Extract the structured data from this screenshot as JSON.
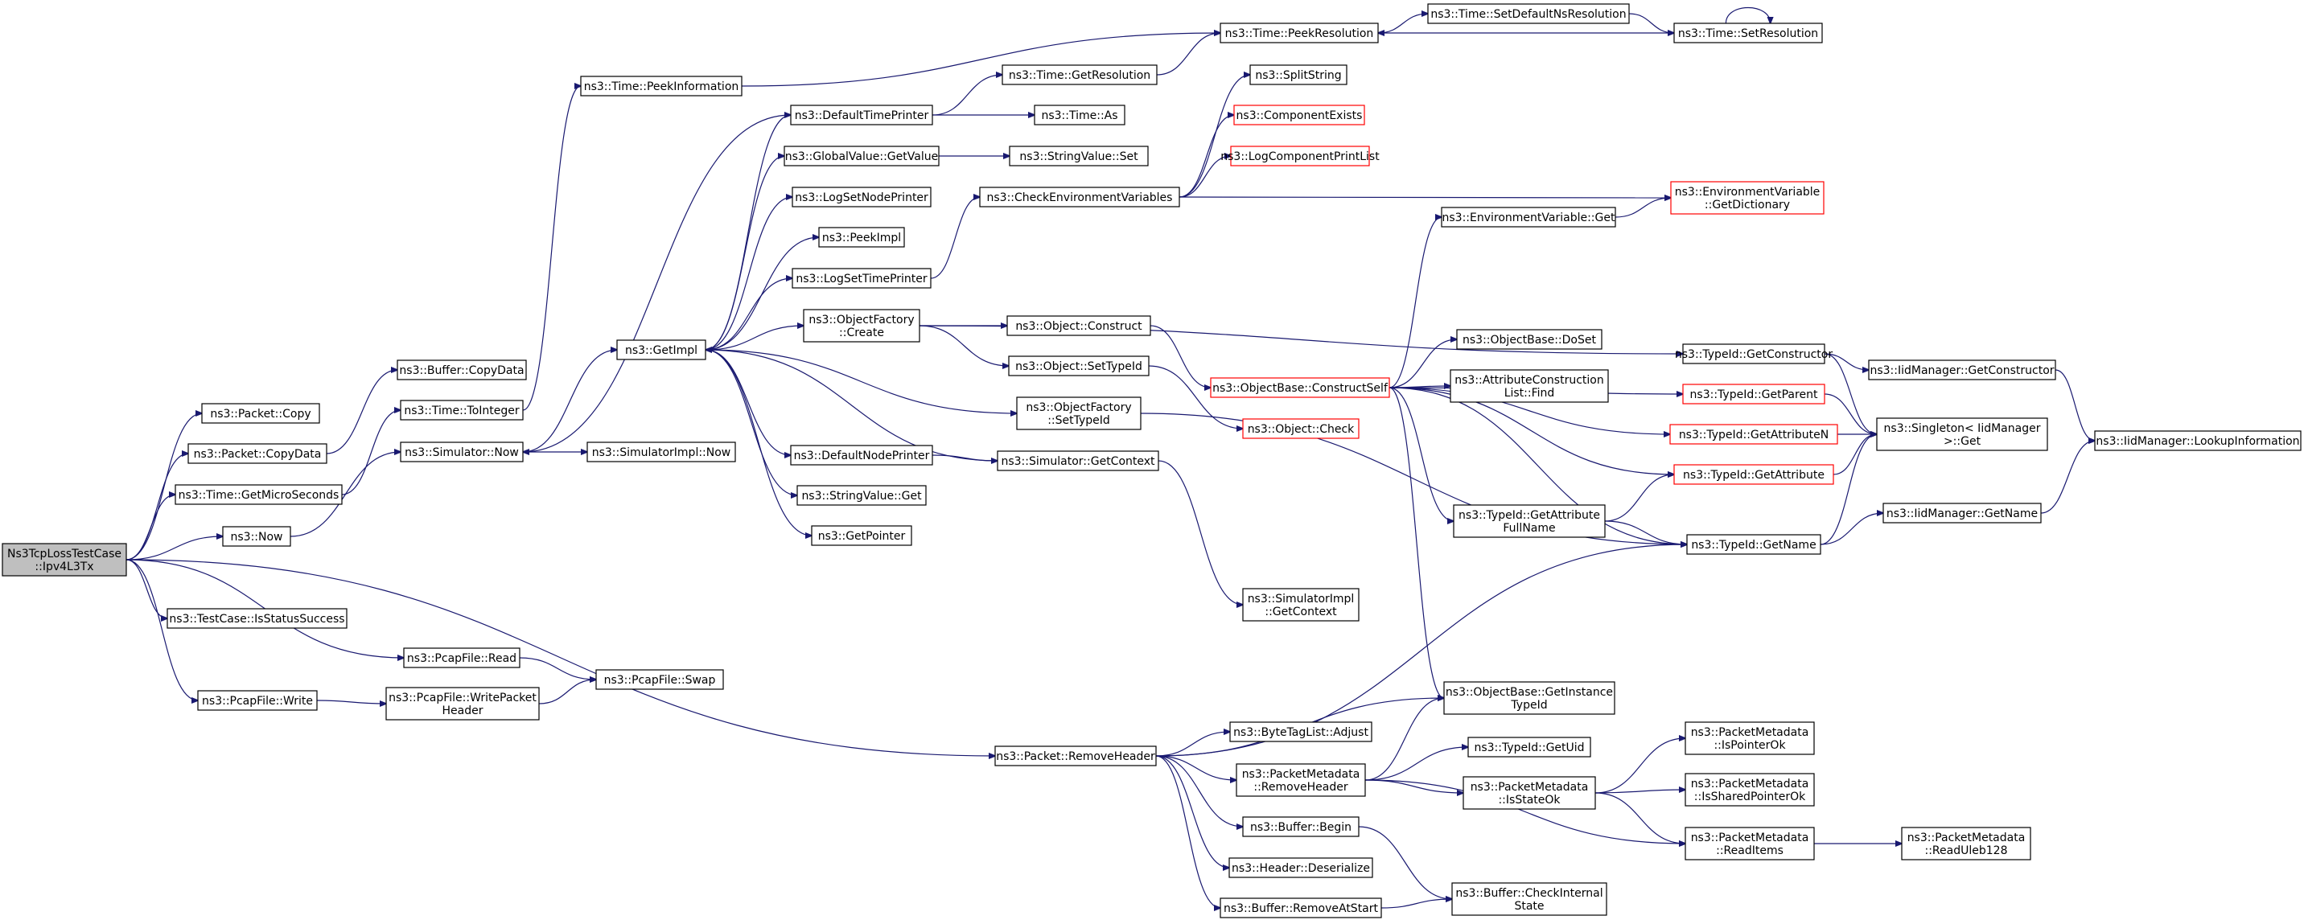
{
  "nodes": [
    {
      "id": "root",
      "lines": [
        "Ns3TcpLossTestCase",
        "::Ipv4L3Tx"
      ]
    },
    {
      "id": "packet_copy",
      "lines": [
        "ns3::Packet::Copy"
      ]
    },
    {
      "id": "packet_copydata",
      "lines": [
        "ns3::Packet::CopyData"
      ]
    },
    {
      "id": "time_getmicro",
      "lines": [
        "ns3::Time::GetMicroSeconds"
      ]
    },
    {
      "id": "now",
      "lines": [
        "ns3::Now"
      ]
    },
    {
      "id": "testcase_isstatus",
      "lines": [
        "ns3::TestCase::IsStatusSuccess"
      ]
    },
    {
      "id": "pcap_write",
      "lines": [
        "ns3::PcapFile::Write"
      ]
    },
    {
      "id": "buffer_copydata",
      "lines": [
        "ns3::Buffer::CopyData"
      ]
    },
    {
      "id": "time_tointeger",
      "lines": [
        "ns3::Time::ToInteger"
      ]
    },
    {
      "id": "sim_now",
      "lines": [
        "ns3::Simulator::Now"
      ]
    },
    {
      "id": "pcap_read",
      "lines": [
        "ns3::PcapFile::Read"
      ]
    },
    {
      "id": "pcap_writeheader",
      "lines": [
        "ns3::PcapFile::WritePacket",
        "Header"
      ]
    },
    {
      "id": "pcap_swap",
      "lines": [
        "ns3::PcapFile::Swap"
      ]
    },
    {
      "id": "time_peekinfo",
      "lines": [
        "ns3::Time::PeekInformation"
      ]
    },
    {
      "id": "getimpl",
      "lines": [
        "ns3::GetImpl"
      ]
    },
    {
      "id": "simimpl_now",
      "lines": [
        "ns3::SimulatorImpl::Now"
      ]
    },
    {
      "id": "default_timeprinter",
      "lines": [
        "ns3::DefaultTimePrinter"
      ]
    },
    {
      "id": "globalvalue_get",
      "lines": [
        "ns3::GlobalValue::GetValue"
      ]
    },
    {
      "id": "logsetnode",
      "lines": [
        "ns3::LogSetNodePrinter"
      ]
    },
    {
      "id": "peekimpl",
      "lines": [
        "ns3::PeekImpl"
      ]
    },
    {
      "id": "logsettime",
      "lines": [
        "ns3::LogSetTimePrinter"
      ]
    },
    {
      "id": "objfactory_create",
      "lines": [
        "ns3::ObjectFactory",
        "::Create"
      ]
    },
    {
      "id": "default_nodeprinter",
      "lines": [
        "ns3::DefaultNodePrinter"
      ]
    },
    {
      "id": "stringvalue_get",
      "lines": [
        "ns3::StringValue::Get"
      ]
    },
    {
      "id": "getpointer",
      "lines": [
        "ns3::GetPointer"
      ]
    },
    {
      "id": "time_getres",
      "lines": [
        "ns3::Time::GetResolution"
      ]
    },
    {
      "id": "time_as",
      "lines": [
        "ns3::Time::As"
      ]
    },
    {
      "id": "stringvalue_set",
      "lines": [
        "ns3::StringValue::Set"
      ]
    },
    {
      "id": "checkenv",
      "lines": [
        "ns3::CheckEnvironmentVariables"
      ]
    },
    {
      "id": "obj_construct",
      "lines": [
        "ns3::Object::Construct"
      ]
    },
    {
      "id": "obj_settypeid",
      "lines": [
        "ns3::Object::SetTypeId"
      ]
    },
    {
      "id": "objfactory_settypeid",
      "lines": [
        "ns3::ObjectFactory",
        "::SetTypeId"
      ]
    },
    {
      "id": "sim_getcontext",
      "lines": [
        "ns3::Simulator::GetContext"
      ]
    },
    {
      "id": "time_peekres",
      "lines": [
        "ns3::Time::PeekResolution"
      ]
    },
    {
      "id": "splitstring",
      "lines": [
        "ns3::SplitString"
      ]
    },
    {
      "id": "compexists",
      "lines": [
        "ns3::ComponentExists"
      ]
    },
    {
      "id": "logcompprint",
      "lines": [
        "ns3::LogComponentPrintList"
      ]
    },
    {
      "id": "objbase_constructself",
      "lines": [
        "ns3::ObjectBase::ConstructSelf"
      ]
    },
    {
      "id": "obj_check",
      "lines": [
        "ns3::Object::Check"
      ]
    },
    {
      "id": "simimpl_getcontext",
      "lines": [
        "ns3::SimulatorImpl",
        "::GetContext"
      ]
    },
    {
      "id": "time_setdefault",
      "lines": [
        "ns3::Time::SetDefaultNsResolution"
      ]
    },
    {
      "id": "time_setres",
      "lines": [
        "ns3::Time::SetResolution"
      ]
    },
    {
      "id": "envvar_get",
      "lines": [
        "ns3::EnvironmentVariable::Get"
      ]
    },
    {
      "id": "envvar_getdict",
      "lines": [
        "ns3::EnvironmentVariable",
        "::GetDictionary"
      ]
    },
    {
      "id": "objbase_doset",
      "lines": [
        "ns3::ObjectBase::DoSet"
      ]
    },
    {
      "id": "attrconst_find",
      "lines": [
        "ns3::AttributeConstruction",
        "List::Find"
      ]
    },
    {
      "id": "typeid_getconstructor",
      "lines": [
        "ns3::TypeId::GetConstructor"
      ]
    },
    {
      "id": "typeid_getparent",
      "lines": [
        "ns3::TypeId::GetParent"
      ]
    },
    {
      "id": "typeid_getattrn",
      "lines": [
        "ns3::TypeId::GetAttributeN"
      ]
    },
    {
      "id": "typeid_getattr",
      "lines": [
        "ns3::TypeId::GetAttribute"
      ]
    },
    {
      "id": "typeid_getattrfull",
      "lines": [
        "ns3::TypeId::GetAttribute",
        "FullName"
      ]
    },
    {
      "id": "typeid_getname",
      "lines": [
        "ns3::TypeId::GetName"
      ]
    },
    {
      "id": "iidmgr_getconstructor",
      "lines": [
        "ns3::IidManager::GetConstructor"
      ]
    },
    {
      "id": "singleton_get",
      "lines": [
        "ns3::Singleton< IidManager",
        " >::Get"
      ]
    },
    {
      "id": "iidmgr_getname",
      "lines": [
        "ns3::IidManager::GetName"
      ]
    },
    {
      "id": "iidmgr_lookup",
      "lines": [
        "ns3::IidManager::LookupInformation"
      ]
    },
    {
      "id": "packet_removeheader",
      "lines": [
        "ns3::Packet::RemoveHeader"
      ]
    },
    {
      "id": "objbase_getinstance",
      "lines": [
        "ns3::ObjectBase::GetInstance",
        "TypeId"
      ]
    },
    {
      "id": "bytetaglist_adjust",
      "lines": [
        "ns3::ByteTagList::Adjust"
      ]
    },
    {
      "id": "pktmeta_removeheader",
      "lines": [
        "ns3::PacketMetadata",
        "::RemoveHeader"
      ]
    },
    {
      "id": "buffer_begin",
      "lines": [
        "ns3::Buffer::Begin"
      ]
    },
    {
      "id": "header_deserialize",
      "lines": [
        "ns3::Header::Deserialize"
      ]
    },
    {
      "id": "buffer_removeatstart",
      "lines": [
        "ns3::Buffer::RemoveAtStart"
      ]
    },
    {
      "id": "typeid_getuid",
      "lines": [
        "ns3::TypeId::GetUid"
      ]
    },
    {
      "id": "pktmeta_isstateok",
      "lines": [
        "ns3::PacketMetadata",
        "::IsStateOk"
      ]
    },
    {
      "id": "buffer_checkinternal",
      "lines": [
        "ns3::Buffer::CheckInternal",
        "State"
      ]
    },
    {
      "id": "pktmeta_ispointerok",
      "lines": [
        "ns3::PacketMetadata",
        "::IsPointerOk"
      ]
    },
    {
      "id": "pktmeta_issharedok",
      "lines": [
        "ns3::PacketMetadata",
        "::IsSharedPointerOk"
      ]
    },
    {
      "id": "pktmeta_readitems",
      "lines": [
        "ns3::PacketMetadata",
        "::ReadItems"
      ]
    },
    {
      "id": "pktmeta_readuleb",
      "lines": [
        "ns3::PacketMetadata",
        "::ReadUleb128"
      ]
    }
  ],
  "edges": [
    [
      "root",
      "packet_copy"
    ],
    [
      "root",
      "packet_copydata"
    ],
    [
      "root",
      "time_getmicro"
    ],
    [
      "root",
      "now"
    ],
    [
      "root",
      "testcase_isstatus"
    ],
    [
      "root",
      "pcap_write"
    ],
    [
      "root",
      "pcap_read"
    ],
    [
      "root",
      "packet_removeheader"
    ],
    [
      "packet_copydata",
      "buffer_copydata"
    ],
    [
      "time_getmicro",
      "time_tointeger"
    ],
    [
      "now",
      "sim_now"
    ],
    [
      "pcap_write",
      "pcap_writeheader"
    ],
    [
      "pcap_read",
      "pcap_swap"
    ],
    [
      "pcap_writeheader",
      "pcap_swap"
    ],
    [
      "time_tointeger",
      "time_peekinfo"
    ],
    [
      "time_peekinfo",
      "time_peekres"
    ],
    [
      "sim_now",
      "getimpl"
    ],
    [
      "sim_now",
      "simimpl_now"
    ],
    [
      "getimpl",
      "default_timeprinter"
    ],
    [
      "getimpl",
      "globalvalue_get"
    ],
    [
      "getimpl",
      "logsetnode"
    ],
    [
      "getimpl",
      "peekimpl"
    ],
    [
      "getimpl",
      "logsettime"
    ],
    [
      "getimpl",
      "objfactory_create"
    ],
    [
      "getimpl",
      "objfactory_settypeid"
    ],
    [
      "getimpl",
      "default_nodeprinter"
    ],
    [
      "getimpl",
      "stringvalue_get"
    ],
    [
      "getimpl",
      "getpointer"
    ],
    [
      "sim_getcontext",
      "getimpl"
    ],
    [
      "default_timeprinter",
      "sim_now"
    ],
    [
      "default_timeprinter",
      "time_getres"
    ],
    [
      "default_timeprinter",
      "time_as"
    ],
    [
      "globalvalue_get",
      "stringvalue_set"
    ],
    [
      "logsettime",
      "checkenv"
    ],
    [
      "objfactory_create",
      "obj_construct"
    ],
    [
      "objfactory_create",
      "obj_settypeid"
    ],
    [
      "objfactory_create",
      "typeid_getconstructor"
    ],
    [
      "default_nodeprinter",
      "sim_getcontext"
    ],
    [
      "time_getres",
      "time_peekres"
    ],
    [
      "time_peekres",
      "time_setdefault"
    ],
    [
      "time_setdefault",
      "time_setres"
    ],
    [
      "time_setres",
      "time_peekres"
    ],
    [
      "time_setres",
      "time_setres"
    ],
    [
      "checkenv",
      "splitstring"
    ],
    [
      "checkenv",
      "compexists"
    ],
    [
      "checkenv",
      "logcompprint"
    ],
    [
      "checkenv",
      "envvar_getdict"
    ],
    [
      "obj_construct",
      "objbase_constructself"
    ],
    [
      "obj_settypeid",
      "obj_check"
    ],
    [
      "objfactory_settypeid",
      "typeid_getname"
    ],
    [
      "sim_getcontext",
      "simimpl_getcontext"
    ],
    [
      "objbase_constructself",
      "envvar_get"
    ],
    [
      "objbase_constructself",
      "objbase_doset"
    ],
    [
      "objbase_constructself",
      "attrconst_find"
    ],
    [
      "objbase_constructself",
      "typeid_getparent"
    ],
    [
      "objbase_constructself",
      "typeid_getattrn"
    ],
    [
      "objbase_constructself",
      "typeid_getattr"
    ],
    [
      "objbase_constructself",
      "typeid_getattrfull"
    ],
    [
      "objbase_constructself",
      "typeid_getname"
    ],
    [
      "objbase_constructself",
      "objbase_getinstance"
    ],
    [
      "envvar_get",
      "envvar_getdict"
    ],
    [
      "typeid_getconstructor",
      "iidmgr_getconstructor"
    ],
    [
      "typeid_getconstructor",
      "singleton_get"
    ],
    [
      "typeid_getparent",
      "singleton_get"
    ],
    [
      "typeid_getattrn",
      "singleton_get"
    ],
    [
      "typeid_getattr",
      "singleton_get"
    ],
    [
      "typeid_getattrfull",
      "typeid_getattr"
    ],
    [
      "typeid_getattrfull",
      "typeid_getname"
    ],
    [
      "typeid_getname",
      "singleton_get"
    ],
    [
      "typeid_getname",
      "iidmgr_getname"
    ],
    [
      "iidmgr_getconstructor",
      "iidmgr_lookup"
    ],
    [
      "iidmgr_getname",
      "iidmgr_lookup"
    ],
    [
      "packet_removeheader",
      "typeid_getname"
    ],
    [
      "packet_removeheader",
      "objbase_getinstance"
    ],
    [
      "packet_removeheader",
      "bytetaglist_adjust"
    ],
    [
      "packet_removeheader",
      "pktmeta_removeheader"
    ],
    [
      "packet_removeheader",
      "buffer_begin"
    ],
    [
      "packet_removeheader",
      "header_deserialize"
    ],
    [
      "packet_removeheader",
      "buffer_removeatstart"
    ],
    [
      "pktmeta_removeheader",
      "objbase_getinstance"
    ],
    [
      "pktmeta_removeheader",
      "typeid_getuid"
    ],
    [
      "pktmeta_removeheader",
      "pktmeta_isstateok"
    ],
    [
      "pktmeta_removeheader",
      "pktmeta_readitems"
    ],
    [
      "pktmeta_isstateok",
      "pktmeta_ispointerok"
    ],
    [
      "pktmeta_isstateok",
      "pktmeta_issharedok"
    ],
    [
      "pktmeta_isstateok",
      "pktmeta_readitems"
    ],
    [
      "pktmeta_readitems",
      "pktmeta_readuleb"
    ],
    [
      "buffer_begin",
      "buffer_checkinternal"
    ],
    [
      "buffer_removeatstart",
      "buffer_checkinternal"
    ]
  ]
}
